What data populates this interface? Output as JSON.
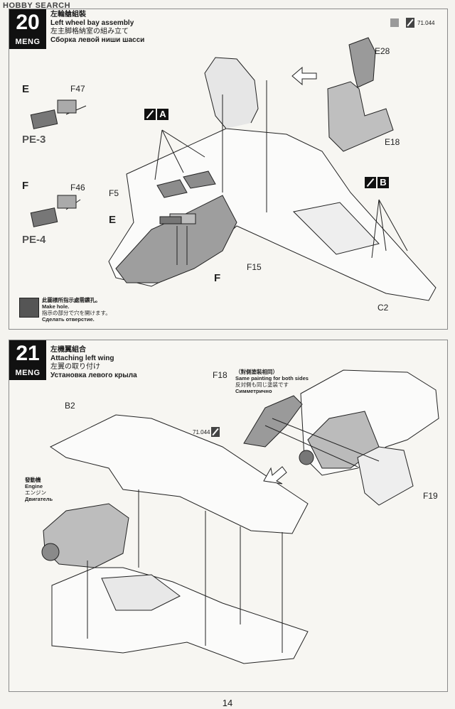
{
  "watermark": "HOBBY SEARCH",
  "page_number": "14",
  "steps": [
    {
      "number": "20",
      "brand": "MENG",
      "title_zh": "左輪艙組裝",
      "title_en": "Left wheel bay assembly",
      "title_ja": "左主脚格納室の組み立て",
      "title_ru": "Сборка левой ниши шасси",
      "paint_code": "71.044",
      "labels": {
        "E_sub": "E",
        "F_sub": "F",
        "F47": "F47",
        "F46": "F46",
        "PE3": "PE-3",
        "PE4": "PE-4",
        "E28": "E28",
        "E18": "E18",
        "F5": "F5",
        "F15": "F15",
        "E_main": "E",
        "F_main": "F",
        "C2": "C2",
        "A": "A",
        "B": "B"
      },
      "note": {
        "zh": "此圖標所指示處需鑽孔。",
        "en": "Make hole.",
        "ja": "指示の部分で穴を開けます。",
        "ru": "Сделать отверстие."
      }
    },
    {
      "number": "21",
      "brand": "MENG",
      "title_zh": "左機翼組合",
      "title_en": "Attaching left wing",
      "title_ja": "左翼の取り付け",
      "title_ru": "Установка левого крыла",
      "labels": {
        "B2": "B2",
        "F18": "F18",
        "F18_zh": "（對側塗裝相同）",
        "F18_en": "Same painting for both sides",
        "F18_ja": "反対側も同じ塗装です",
        "F18_ru": "Симметрично",
        "paint": "71.044",
        "F19": "F19",
        "engine_zh": "發動機",
        "engine_en": "Engine",
        "engine_ja": "エンジン",
        "engine_ru": "Двигатель"
      }
    }
  ]
}
